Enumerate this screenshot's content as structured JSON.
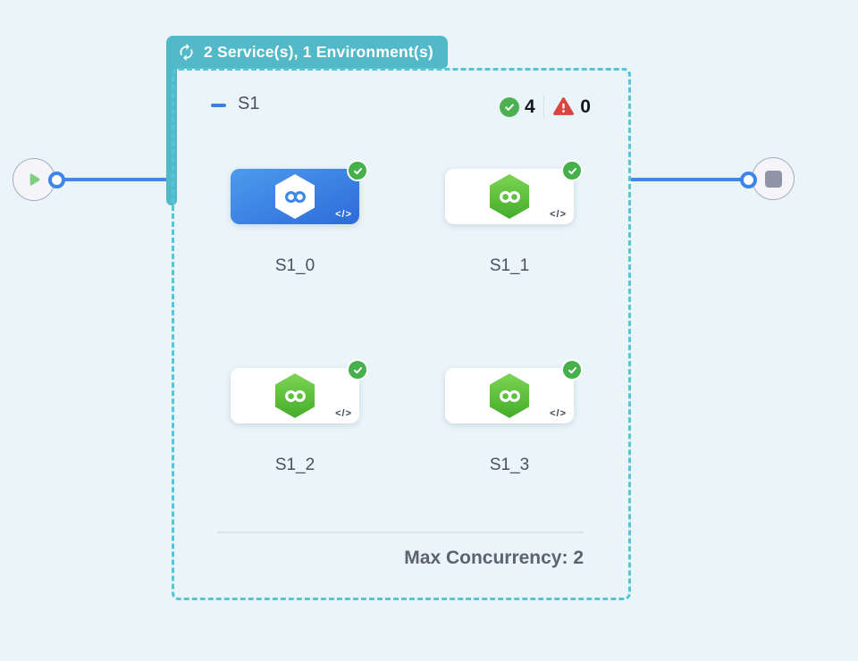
{
  "pipeline_badge": {
    "icon": "sync-icon",
    "label": "2 Service(s), 1 Environment(s)"
  },
  "start_node": {
    "icon": "play-icon"
  },
  "end_node": {
    "icon": "stop-icon"
  },
  "service_group": {
    "title": "S1",
    "success": {
      "icon": "check-circle-icon",
      "count": "4"
    },
    "failure": {
      "icon": "warning-triangle-icon",
      "count": "0"
    },
    "instances": [
      {
        "label": "S1_0",
        "selected": true,
        "status": "success"
      },
      {
        "label": "S1_1",
        "selected": false,
        "status": "success"
      },
      {
        "label": "S1_2",
        "selected": false,
        "status": "success"
      },
      {
        "label": "S1_3",
        "selected": false,
        "status": "success"
      }
    ],
    "footer": {
      "max_concurrency_label": "Max Concurrency: 2"
    }
  },
  "icons": {
    "code_glyph": "</>"
  },
  "colors": {
    "background": "#eaf5fa",
    "teal": "#52b9c8",
    "dashed_border": "#55c6d6",
    "edge_blue": "#4189e8",
    "selected_tile_blue": "#2d6bd9",
    "service_green": "#5cc13a",
    "status_green": "#4db153",
    "status_red": "#da453d"
  }
}
